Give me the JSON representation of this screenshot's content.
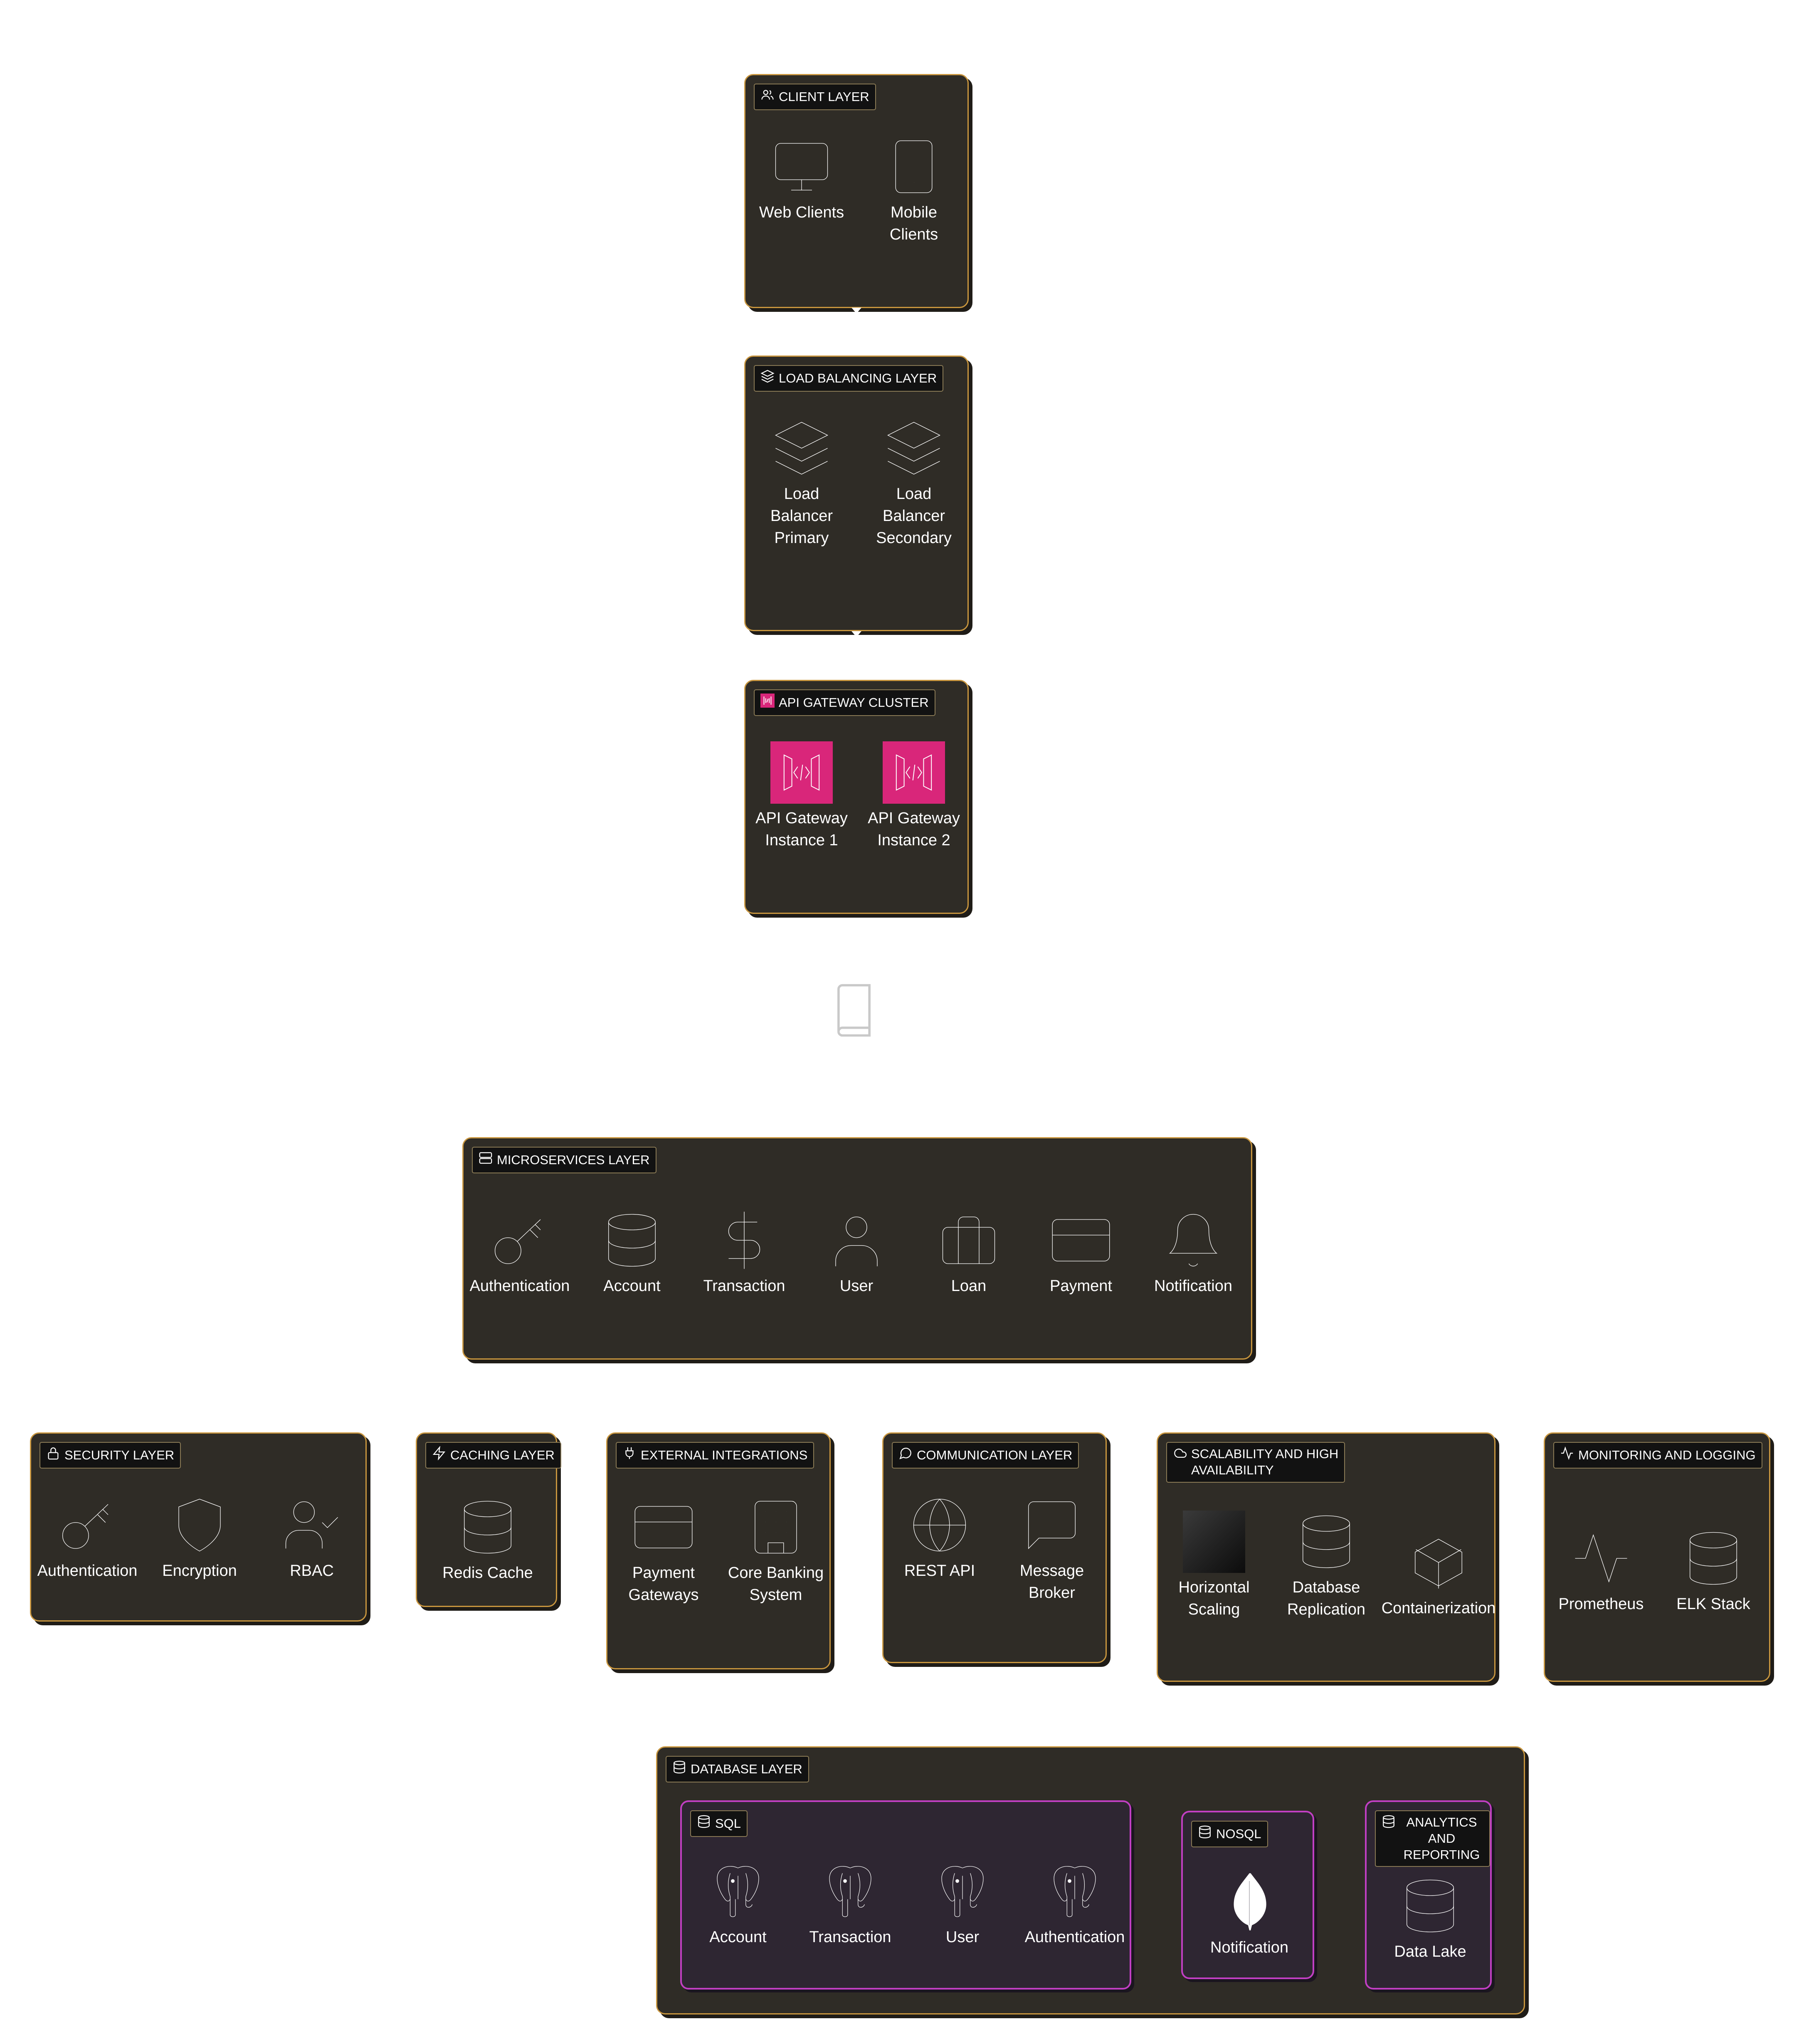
{
  "colors": {
    "group_fill": "#2f2c26",
    "group_border": "#c9963e",
    "subgroup_border": "#c13fc3",
    "tag_fill": "#121212",
    "api_gateway_icon": "#d9267a",
    "text": "#ffffff"
  },
  "client_layer": {
    "title": "CLIENT LAYER",
    "icon": "users-icon",
    "nodes": [
      {
        "label": "Web Clients",
        "icon": "monitor-icon"
      },
      {
        "label": "Mobile\nClients",
        "icon": "tablet-icon"
      }
    ]
  },
  "load_balancing_layer": {
    "title": "LOAD BALANCING LAYER",
    "icon": "layers-icon",
    "nodes": [
      {
        "label": "Load\nBalancer\nPrimary",
        "icon": "layers-icon"
      },
      {
        "label": "Load\nBalancer\nSecondary",
        "icon": "layers-icon"
      }
    ]
  },
  "api_gateway_cluster": {
    "title": "API GATEWAY CLUSTER",
    "icon": "api-gateway-icon",
    "nodes": [
      {
        "label": "API Gateway\nInstance 1",
        "icon": "api-gateway-icon"
      },
      {
        "label": "API Gateway\nInstance 2",
        "icon": "api-gateway-icon"
      }
    ]
  },
  "standalone": {
    "icon": "book-icon"
  },
  "microservices_layer": {
    "title": "MICROSERVICES LAYER",
    "icon": "server-icon",
    "nodes": [
      {
        "label": "Authentication",
        "icon": "key-icon"
      },
      {
        "label": "Account",
        "icon": "database-icon"
      },
      {
        "label": "Transaction",
        "icon": "dollar-icon"
      },
      {
        "label": "User",
        "icon": "user-icon"
      },
      {
        "label": "Loan",
        "icon": "briefcase-icon"
      },
      {
        "label": "Payment",
        "icon": "credit-card-icon"
      },
      {
        "label": "Notification",
        "icon": "bell-icon"
      }
    ]
  },
  "security_layer": {
    "title": "SECURITY LAYER",
    "icon": "lock-icon",
    "nodes": [
      {
        "label": "Authentication",
        "icon": "key-icon"
      },
      {
        "label": "Encryption",
        "icon": "shield-icon"
      },
      {
        "label": "RBAC",
        "icon": "user-check-icon"
      }
    ]
  },
  "caching_layer": {
    "title": "CACHING LAYER",
    "icon": "bolt-icon",
    "nodes": [
      {
        "label": "Redis Cache",
        "icon": "database-icon"
      }
    ]
  },
  "external_integrations": {
    "title": "EXTERNAL INTEGRATIONS",
    "icon": "plug-icon",
    "nodes": [
      {
        "label": "Payment\nGateways",
        "icon": "credit-card-icon"
      },
      {
        "label": "Core Banking\nSystem",
        "icon": "building-icon"
      }
    ]
  },
  "communication_layer": {
    "title": "COMMUNICATION LAYER",
    "icon": "message-icon",
    "nodes": [
      {
        "label": "REST API",
        "icon": "globe-icon"
      },
      {
        "label": "Message\nBroker",
        "icon": "message-square-icon"
      }
    ]
  },
  "scalability": {
    "title": "SCALABILITY AND HIGH\nAVAILABILITY",
    "icon": "cloud-icon",
    "nodes": [
      {
        "label": "Horizontal\nScaling",
        "icon": "dark-square-icon"
      },
      {
        "label": "Database\nReplication",
        "icon": "database-icon"
      },
      {
        "label": "Containerization",
        "icon": "cube-icon"
      }
    ]
  },
  "monitoring": {
    "title": "MONITORING AND LOGGING",
    "icon": "activity-icon",
    "nodes": [
      {
        "label": "Prometheus",
        "icon": "activity-icon"
      },
      {
        "label": "ELK Stack",
        "icon": "database-icon"
      }
    ]
  },
  "database_layer": {
    "title": "DATABASE LAYER",
    "icon": "database-icon",
    "sql": {
      "title": "SQL",
      "icon": "database-icon",
      "nodes": [
        {
          "label": "Account",
          "icon": "postgresql-icon"
        },
        {
          "label": "Transaction",
          "icon": "postgresql-icon"
        },
        {
          "label": "User",
          "icon": "postgresql-icon"
        },
        {
          "label": "Authentication",
          "icon": "postgresql-icon"
        }
      ]
    },
    "nosql": {
      "title": "NOSQL",
      "icon": "database-icon",
      "nodes": [
        {
          "label": "Notification",
          "icon": "mongodb-leaf-icon"
        }
      ]
    },
    "analytics": {
      "title": "ANALYTICS AND\nREPORTING",
      "icon": "database-icon",
      "nodes": [
        {
          "label": "Data Lake",
          "icon": "database-icon"
        }
      ]
    }
  }
}
